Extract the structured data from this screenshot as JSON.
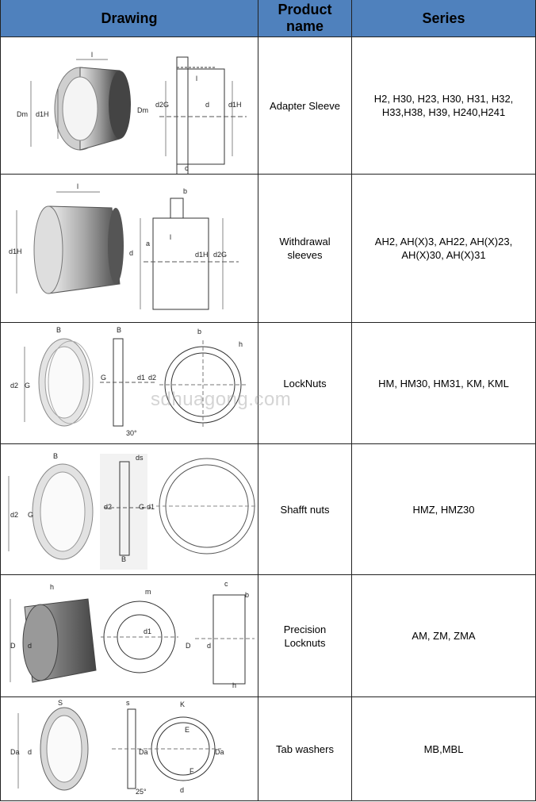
{
  "header": {
    "drawing": "Drawing",
    "product_name": "Product name",
    "series": "Series"
  },
  "rows": [
    {
      "name": "Adapter Sleeve",
      "series": "H2, H30, H23, H30, H31, H32, H33,H38, H39, H240,H241",
      "icon": "adapter-sleeve-drawing"
    },
    {
      "name": "Withdrawal sleeves",
      "series": "AH2, AH(X)3, AH22, AH(X)23, AH(X)30, AH(X)31",
      "icon": "withdrawal-sleeve-drawing"
    },
    {
      "name": "LockNuts",
      "series": "HM, HM30, HM31, KM, KML",
      "icon": "locknut-drawing"
    },
    {
      "name": "Shafft nuts",
      "series": "HMZ, HMZ30",
      "icon": "shaft-nut-drawing"
    },
    {
      "name": "Precision Locknuts",
      "series": "AM, ZM, ZMA",
      "icon": "precision-locknut-drawing"
    },
    {
      "name": "Tab washers",
      "series": "MB,MBL",
      "icon": "tab-washer-drawing"
    }
  ],
  "watermark": "sdhuagong.com",
  "colors": {
    "header_bg": "#4f81bd",
    "border": "#222222"
  }
}
